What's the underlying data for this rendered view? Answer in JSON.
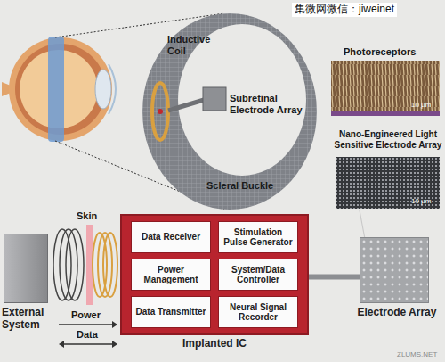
{
  "diagram": {
    "nodes": [
      {
        "text": [
          "External System"
        ]
      },
      {
        "text": [
          "Implanted IC"
        ]
      },
      {
        "text": [
          "Data Receiver"
        ],
        "in": 1
      },
      {
        "text": [
          "Stimulation Pulse Generator"
        ],
        "in": 1
      },
      {
        "text": [
          "Power Management"
        ],
        "in": 1
      },
      {
        "text": [
          "System/Data Controller"
        ],
        "in": 1
      },
      {
        "text": [
          "Data Transmitter"
        ],
        "in": 1
      },
      {
        "text": [
          "Neural Signal Recorder"
        ],
        "in": 1
      },
      {
        "text": [
          "Electrode Array"
        ]
      }
    ],
    "edges": [
      {
        "from": 1,
        "to": 8,
        "arrow": "none"
      }
    ],
    "labels": [
      "集微网微信：jiweinet",
      "Inductive Coil",
      "Subretinal Electrode Array",
      "Scleral Buckle",
      "Photoreceptors",
      "10 µm",
      "Nano-Engineered Light Sensitive Electrode Array",
      "10 µm",
      "Skin",
      "Power",
      "Data",
      "ZLUMS.NET"
    ]
  }
}
